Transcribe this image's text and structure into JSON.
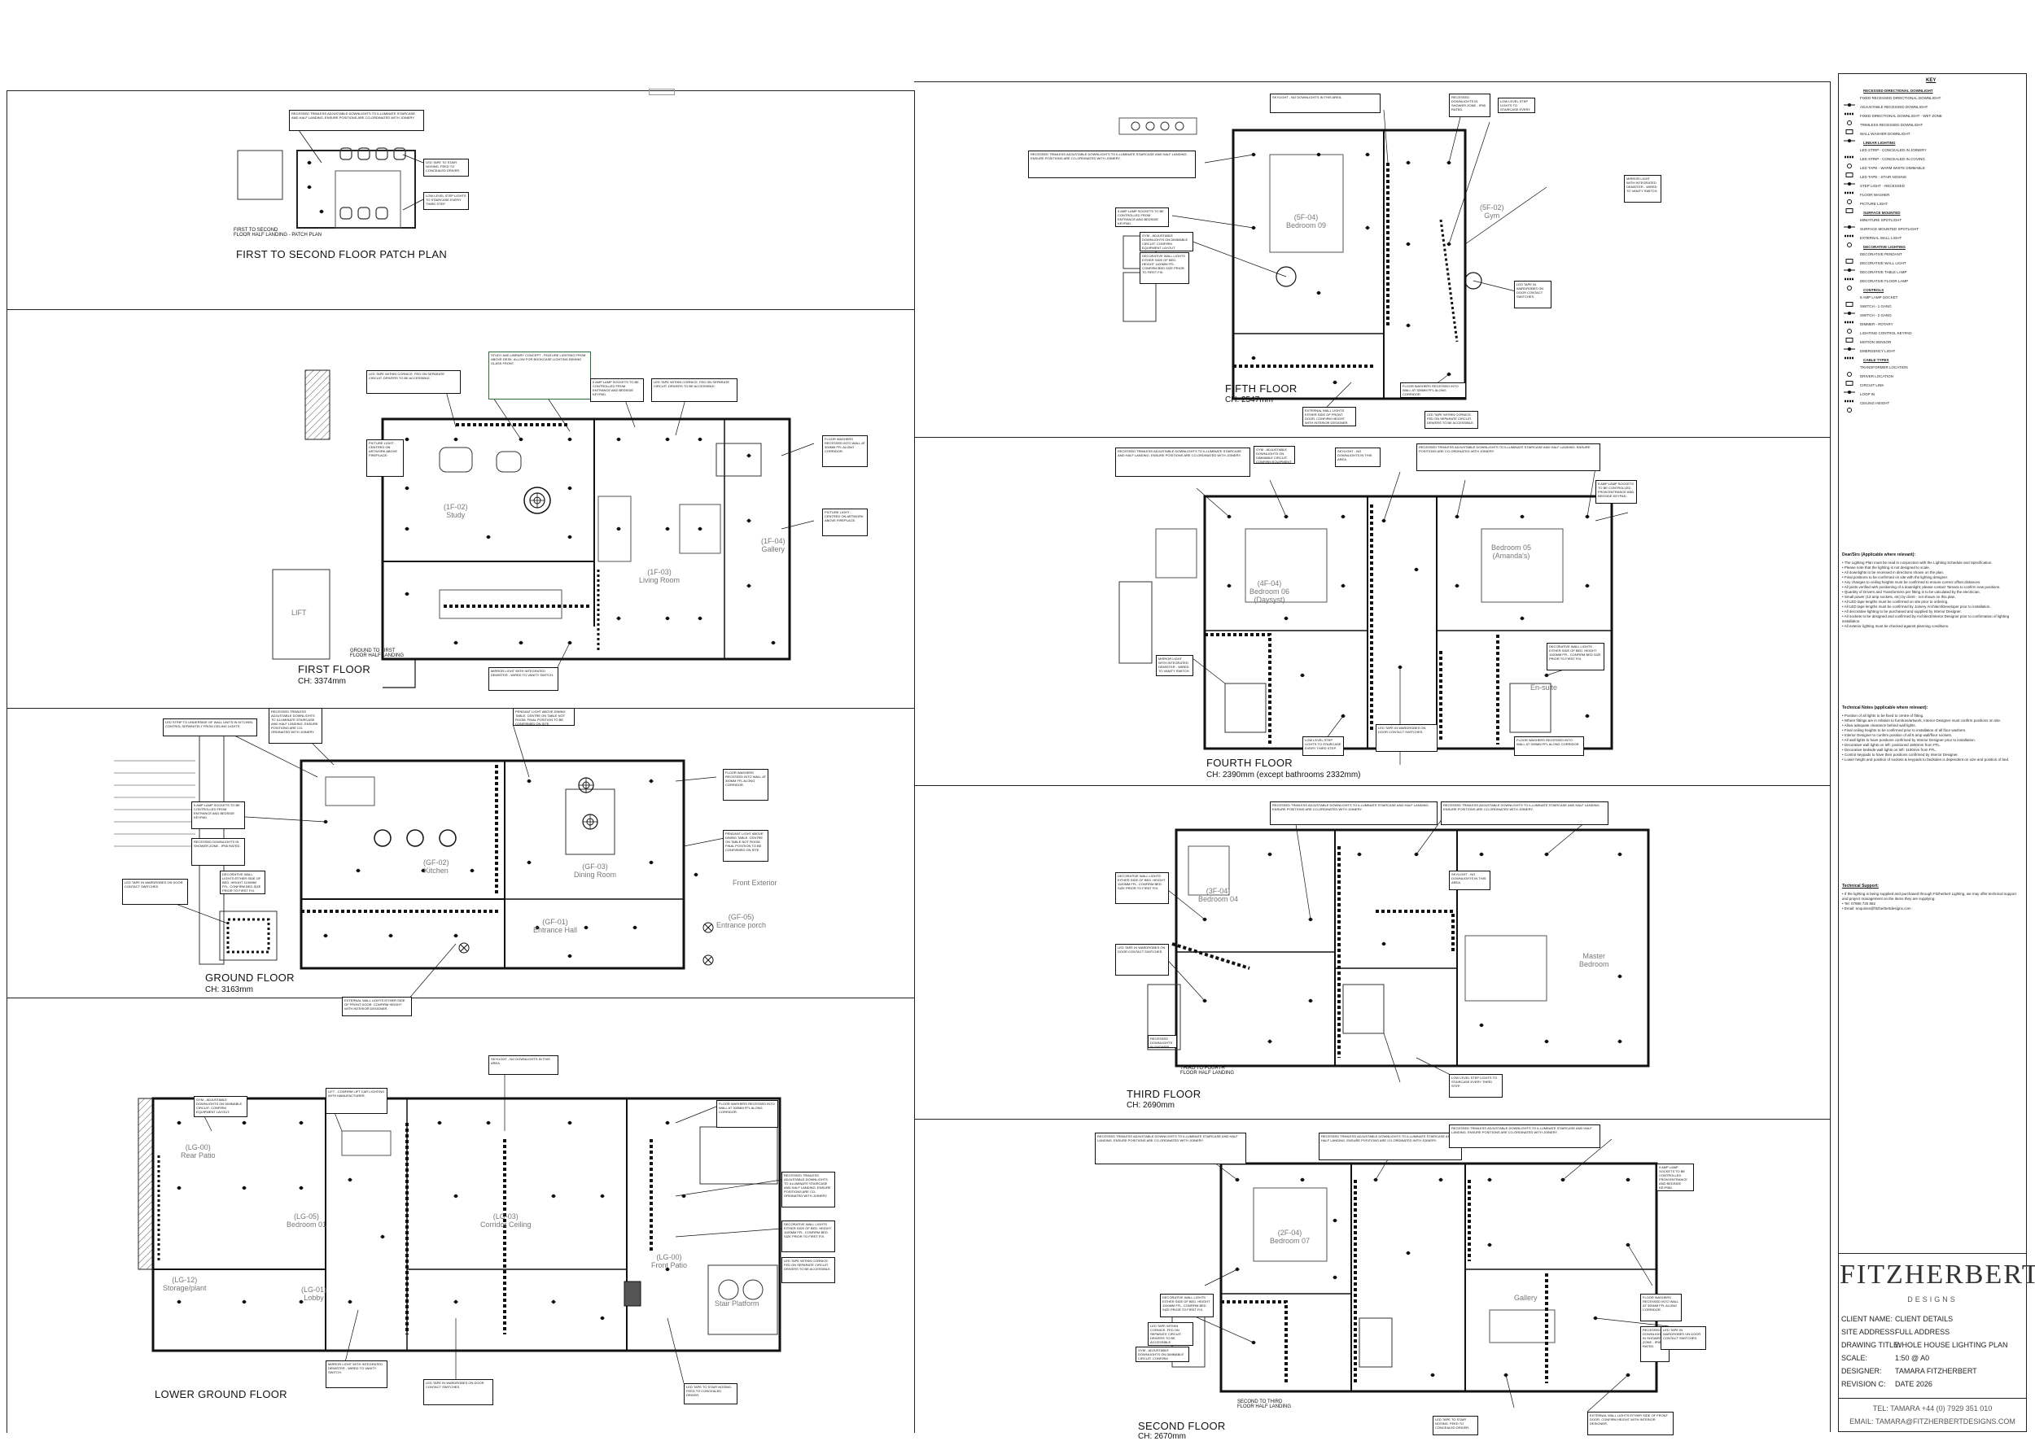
{
  "floors": {
    "patch": {
      "title": "FIRST TO SECOND FLOOR PATCH PLAN",
      "landing_note": "FIRST TO SECOND\nFLOOR HALF LANDING - PATCH PLAN"
    },
    "first": {
      "title": "FIRST FLOOR",
      "ch": "CH: 3374mm",
      "landing": "GROUND TO FIRST\nFLOOR HALF LANDING"
    },
    "ground": {
      "title": "GROUND FLOOR",
      "ch": "CH: 3163mm"
    },
    "lower_ground": {
      "title": "LOWER GROUND FLOOR"
    },
    "fifth": {
      "title": "FIFTH FLOOR",
      "ch": "CH: 2547mm"
    },
    "fourth": {
      "title": "FOURTH FLOOR",
      "ch": "CH: 2390mm (except bathrooms 2332mm)"
    },
    "third": {
      "title": "THIRD FLOOR",
      "ch": "CH: 2690mm",
      "landing": "THIRD TO FOURTH\nFLOOR HALF LANDING"
    },
    "second": {
      "title": "SECOND FLOOR",
      "ch": "CH: 2670mm",
      "landing": "SECOND TO THIRD\nFLOOR HALF LANDING"
    }
  },
  "rooms": {
    "first_study": "(1F-02)\nStudy",
    "first_living": "(1F-03)\nLiving Room",
    "first_gallery": "(1F-04)\nGallery",
    "first_lift": "LIFT",
    "ground_kitchen": "(GF-02)\nKitchen",
    "ground_dining": "(GF-03)\nDining Room",
    "ground_entrance": "(GF-01)\nEntrance Hall",
    "ground_porch": "(GF-05)\nEntrance porch",
    "ground_front_exterior": "Front Exterior",
    "lg_rear_patio": "(LG-00)\nRear Patio",
    "lg_bedroom": "(LG-05)\nBedroom 01",
    "lg_corridor": "(LG-03)\nCorridor Ceiling",
    "lg_storage": "(LG-12)\nStorage/plant",
    "lg_front_patio": "(LG-00)\nFront Patio",
    "lg_lobby": "(LG-01)\nLobby",
    "lg_stair_platform": "Stair Platform",
    "fifth_bedroom": "(5F-04)\nBedroom 09",
    "fifth_gym": "(5F-02)\nGym",
    "fourth_bedroom_left": "(4F-04)\nBedroom 06\n(Daysyst)",
    "fourth_bedroom_right": "Bedroom 05\n(Amanda's)",
    "fourth_ensuite": "En-suite",
    "third_bedroom": "(3F-04)\nBedroom 04",
    "third_master": "Master\nBedroom",
    "second_bedroom": "(2F-04)\nBedroom 07",
    "second_gallery": "Gallery"
  },
  "key": {
    "title": "KEY",
    "sections": [
      "RECESSED DIRECTIONAL DOWNLIGHT",
      "LINEAR LIGHTING",
      "SURFACE MOUNTED",
      "DECORATIVE LIGHTING",
      "CONTROLS",
      "CABLE TYPES"
    ],
    "items": [
      "FIXED RECESSED DIRECTIONAL DOWNLIGHT",
      "ADJUSTABLE RECESSED DOWNLIGHT",
      "FIXED DIRECTIONAL DOWNLIGHT - WET ZONE",
      "TRIMLESS RECESSED DOWNLIGHT",
      "WALL WASHER DOWNLIGHT",
      "LED STRIP - CONCEALED IN JOINERY",
      "LED STRIP - CONCEALED IN COVING",
      "LED TAPE - WARM WHITE DIMMABLE",
      "LED TAPE - STAIR NOSING",
      "STEP LIGHT - RECESSED",
      "FLOOR WASHER",
      "PICTURE LIGHT",
      "MINIATURE SPOTLIGHT",
      "SURFACE MOUNTED SPOTLIGHT",
      "EXTERNAL WALL LIGHT",
      "DECORATIVE PENDANT",
      "DECORATIVE WALL LIGHT",
      "DECORATIVE TABLE LAMP",
      "DECORATIVE FLOOR LAMP",
      "5 AMP LAMP SOCKET",
      "SWITCH - 1 GANG",
      "SWITCH - 2 GANG",
      "DIMMER - ROTARY",
      "LIGHTING CONTROL KEYPAD",
      "MOTION SENSOR",
      "EMERGENCY LIGHT",
      "TRANSFORMER LOCATION",
      "DRIVER LOCATION",
      "CIRCUIT LINK",
      "LOOP IN",
      "CEILING HEIGHT"
    ]
  },
  "general_notes": {
    "heading": "Dear/Sirs (Applicable where relevant):",
    "lines": [
      "The Lighting Plan must be read in conjunction with the Lighting Schedule and Specification.",
      "Please note that the lighting is not designed to scale.",
      "All downlights to be recessed in directions shown on the plan.",
      "Final positions to be confirmed on site with the lighting designer.",
      "Any changes to ceiling heights must be confirmed to ensure correct offset distances.",
      "All joists verified with positioning of a downlight; please contact Tamara to confirm new positions.",
      "Quantity of Drivers and Transformers per fitting is to be calculated by the electrician.",
      "Small power (13 amp sockets, etc) by client - not shown on this plan.",
      "All LED tape lengths must be confirmed on site prior to ordering.",
      "All LED tape lengths must be confirmed by Joinery Architect/Developer prior to installation.",
      "All decorative lighting to be purchased and supplied by Interior Designer.",
      "All sockets to be designed and confirmed by Architect/Interior Designer prior to confirmation of lighting installation.",
      "All exterior lighting must be checked against planning conditions."
    ]
  },
  "technical_notes": {
    "heading": "Technical Notes (applicable where relevant):",
    "lines": [
      "Position of all lights to be fixed to centre of fitting.",
      "Where fittings are in relation to furniture/artwork, Interior Designer must confirm positions on site.",
      "Allow adequate clearance behind wall lights.",
      "Final ceiling heights to be confirmed prior to installation of all floor washers.",
      "Interior Designer to confirm position of all 5 amp wall/floor sockets.",
      "All wall lights to have positions confirmed by Interior Designer prior to installation.",
      "Decorative wall lights on left: positioned 1600mm from FFL.",
      "Decorative bedside wall lights on left: 1100mm from FFL.",
      "Control keypads to have their positions confirmed by Interior Designer.",
      "Lower height and position of sockets & keypads to bedsides is dependent on size and position of bed."
    ]
  },
  "technical_support": {
    "heading": "Technical Support:",
    "lines": [
      "If the lighting is being supplied and purchased through Fitzherbert Lighting, we may offer technical support and project management on the items they are supplying.",
      "Tel: 07980 725 882",
      "Email: enquiries@fitzherbertdesigns.com"
    ]
  },
  "title_block": {
    "brand": "FITZHERBERT",
    "brand_sub": "DESIGNS",
    "rows": [
      {
        "key": "CLIENT NAME:",
        "value": "CLIENT DETAILS"
      },
      {
        "key": "SITE ADDRESS:",
        "value": "FULL ADDRESS"
      },
      {
        "key": "DRAWING TITLE:",
        "value": "WHOLE HOUSE LIGHTING PLAN"
      },
      {
        "key": "SCALE:",
        "value": "1:50 @ A0"
      },
      {
        "key": "DESIGNER:",
        "value": "TAMARA FITZHERBERT"
      },
      {
        "key": "REVISION C:",
        "value": "DATE 2026"
      }
    ],
    "tel": "TEL:  TAMARA +44 (0) 7929 351 010",
    "email": "EMAIL:  TAMARA@FITZHERBERTDESIGNS.COM"
  },
  "annotations": {
    "a1": "RECESSED TRIMLESS ADJUSTABLE DOWNLIGHTS TO ILLUMINATE STAIRCASE AND HALF LANDING. ENSURE POSITIONS ARE CO-ORDINATED WITH JOINERY.",
    "a2": "LED TAPE TO STAIR NOSING. FEED TO CONCEALED DRIVER.",
    "a3": "LED TAPE WITHIN CORNICE. FED ON SEPARATE CIRCUIT. DRIVERS TO BE ACCESSIBLE.",
    "a4": "STUDY AND LIBRARY CONCEPT - FEATURE LIGHTING FROM ABOVE DESK. ALLOW FOR BOOKCASE LIGHTING BEHIND GLASS FRONT.",
    "a5": "5 AMP LAMP SOCKETS TO BE CONTROLLED FROM ENTRANCE AND BEDSIDE KEYPAD.",
    "a6": "PICTURE LIGHT - CENTRED ON ARTWORK ABOVE FIREPLACE.",
    "a7": "LED STRIP TO UNDERSIDE OF WALL UNITS IN KITCHEN. CONTROL SEPARATELY FROM CEILING LIGHTS.",
    "a8": "PENDANT LIGHT ABOVE DINING TABLE. CENTRE ON TABLE NOT ROOM. FINAL POSITION TO BE CONFIRMED ON SITE.",
    "a9": "EXTERNAL WALL LIGHTS EITHER SIDE OF FRONT DOOR. CONFIRM HEIGHT WITH INTERIOR DESIGNER.",
    "a10": "FLOOR WASHERS RECESSED INTO WALL AT 300MM FFL ALONG CORRIDOR.",
    "a11": "RECESSED DOWNLIGHTS IN SHOWER ZONE - IP65 RATED.",
    "a12": "MIRROR LIGHT WITH INTEGRATED DEMISTER - WIRED TO VANITY SWITCH.",
    "a13": "DECORATIVE WALL LIGHTS EITHER SIDE OF BED. HEIGHT 1100MM FFL. CONFIRM BED SIZE PRIOR TO FIRST FIX.",
    "a14": "LED TAPE IN WARDROBES ON DOOR CONTACT SWITCHES.",
    "a15": "GYM - ADJUSTABLE DOWNLIGHTS ON DIMMABLE CIRCUIT. CONFIRM EQUIPMENT LAYOUT.",
    "a16": "LOW LEVEL STEP LIGHTS TO STAIRCASE EVERY THIRD STEP.",
    "a17": "SKYLIGHT - NO DOWNLIGHTS IN THIS AREA.",
    "a18": "LIFT - CONFIRM LIFT CAR LIGHTING WITH MANUFACTURER."
  }
}
